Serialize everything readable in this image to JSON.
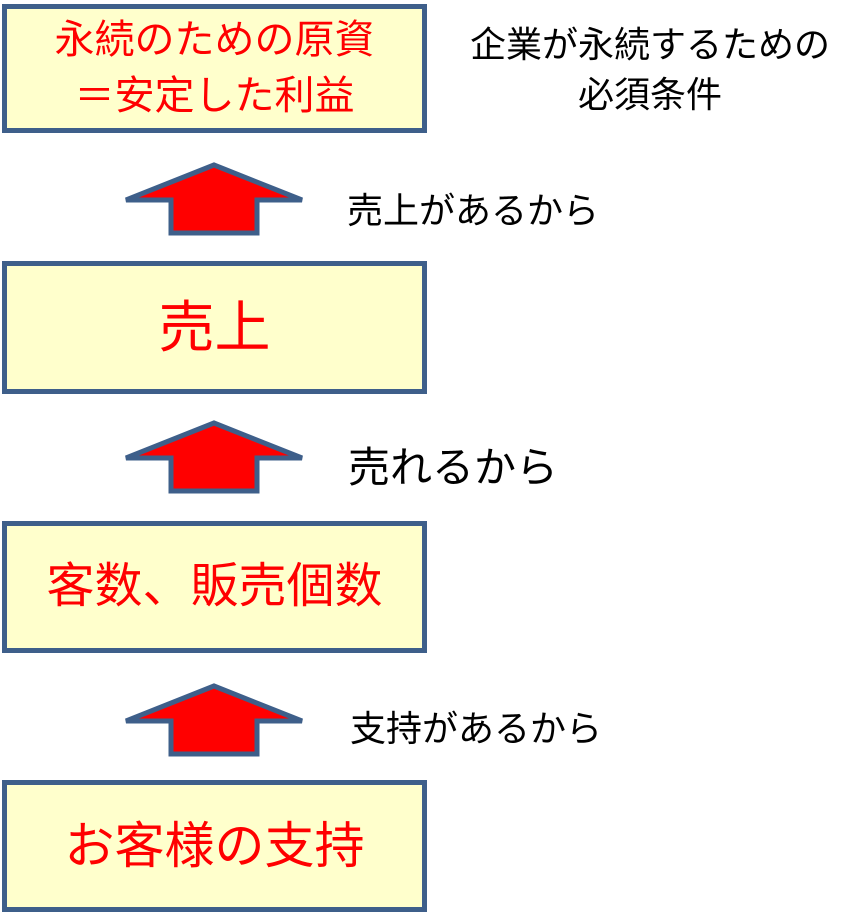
{
  "diagram": {
    "note": "企業が永続するための\n必須条件",
    "boxes": [
      {
        "text": "永続のための原資\n＝安定した利益"
      },
      {
        "text": "売上"
      },
      {
        "text": "客数、販売個数"
      },
      {
        "text": "お客様の支持"
      }
    ],
    "arrows": [
      {
        "label": "売上があるから"
      },
      {
        "label": "売れるから"
      },
      {
        "label": "支持があるから"
      }
    ],
    "colors": {
      "box_fill": "#FFFFCC",
      "box_border": "#3E5F8A",
      "box_text": "#FF0000",
      "arrow_fill": "#FF0000",
      "arrow_border": "#3E5F8A",
      "note_text": "#000000"
    }
  }
}
